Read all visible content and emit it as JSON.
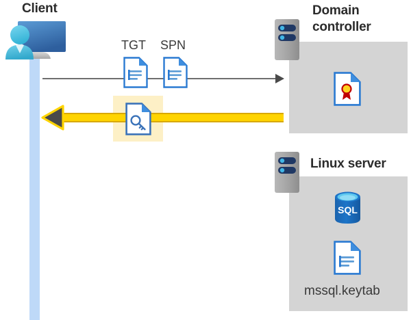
{
  "diagram": {
    "type": "sequence-flow",
    "background": "#ffffff",
    "colors": {
      "panel_gray": "#d4d4d4",
      "lifeline_blue": "#bed9f8",
      "highlight_yellow": "#fdf0c6",
      "arrow_yellow": "#ffd400",
      "arrow_yellow_border": "#d8a800",
      "arrow_gray": "#6e6e6e",
      "doc_blue": "#2a7ad2",
      "title_text": "#2b2b2b",
      "body_text": "#3a3a3a",
      "server_gray": "#9e9e9e",
      "server_pill_navy": "#1f3864",
      "server_dot_blue": "#41b6e6",
      "sql_blue": "#1d6ec1",
      "cert_red": "#c00000",
      "cert_gold": "#ffd21e"
    }
  },
  "actors": {
    "client": {
      "title": "Client",
      "icon": "workstation-user-icon"
    },
    "domain_controller": {
      "title": "Domain\ncontroller",
      "icon": "server-icon",
      "contents": [
        {
          "icon": "certificate-document-icon",
          "label": ""
        }
      ]
    },
    "linux_server": {
      "title": "Linux server",
      "icon": "server-icon",
      "contents": [
        {
          "icon": "sql-database-icon",
          "label": "SQL"
        },
        {
          "icon": "document-icon",
          "label": "mssql.keytab"
        }
      ]
    }
  },
  "messages": [
    {
      "id": "request",
      "direction": "right",
      "style": "thin-gray-arrow",
      "artifacts": [
        {
          "label": "TGT",
          "icon": "document-icon"
        },
        {
          "label": "SPN",
          "icon": "document-icon"
        }
      ]
    },
    {
      "id": "response",
      "direction": "left",
      "style": "thick-yellow-arrow",
      "highlighted": true,
      "artifacts": [
        {
          "label": "",
          "icon": "key-document-icon"
        }
      ]
    }
  ],
  "labels": {
    "sql_badge": "SQL",
    "keytab_filename": "mssql.keytab"
  }
}
